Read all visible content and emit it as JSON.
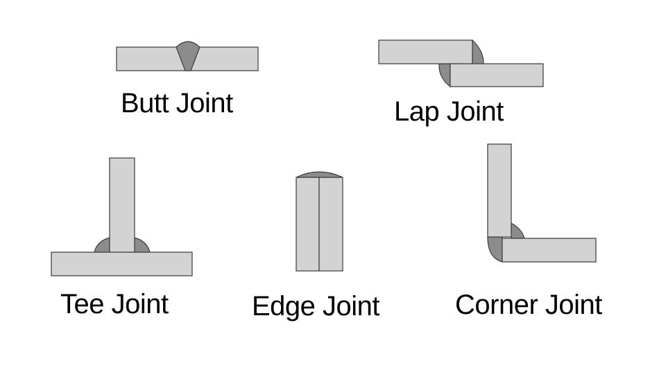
{
  "colors": {
    "plate_fill": "#d3d3d3",
    "weld_fill": "#8c8c8c",
    "outline": "#3a3a3a",
    "text": "#000000",
    "background": "#ffffff"
  },
  "joints": {
    "butt": {
      "label": "Butt Joint"
    },
    "lap": {
      "label": "Lap Joint"
    },
    "tee": {
      "label": "Tee Joint"
    },
    "edge": {
      "label": "Edge Joint"
    },
    "corner": {
      "label": "Corner Joint"
    }
  }
}
